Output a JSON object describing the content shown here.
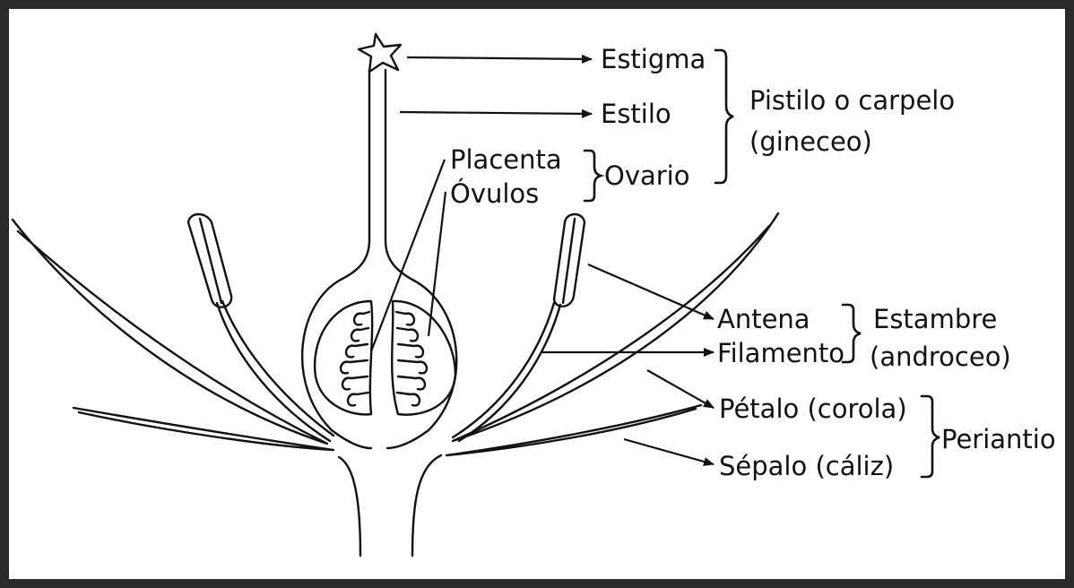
{
  "labels": {
    "estigma": "Estigma",
    "estilo": "Estilo",
    "pistilo": "Pistilo o carpelo",
    "gineceo": "(gineceo)",
    "placenta": "Placenta",
    "ovulos": "Óvulos",
    "ovario": "Ovario",
    "antena": "Antena",
    "filamento": "Filamento",
    "estambre": "Estambre",
    "androceo": "(androceo)",
    "petalo": "Pétalo (corola)",
    "sepalo": "Sépalo (cáliz)",
    "periantio": "Periantio"
  },
  "colors": {
    "frame": "#2a2a2a",
    "ink": "#111111",
    "background": "#ffffff"
  }
}
